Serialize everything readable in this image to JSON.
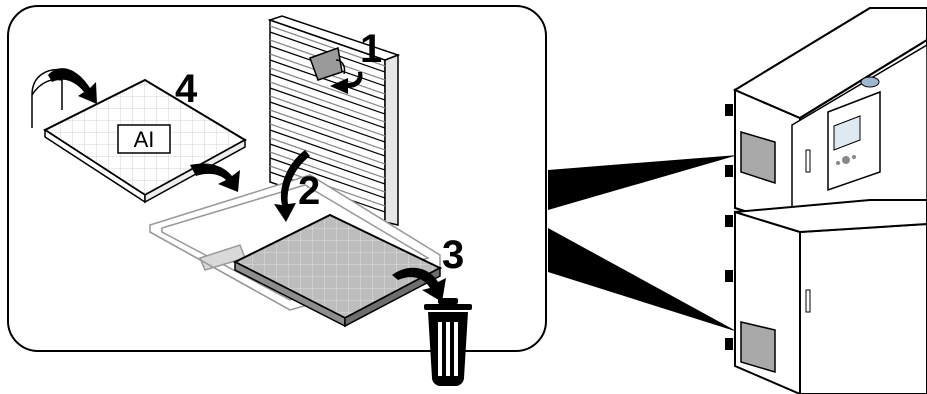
{
  "filter_label": "AI",
  "steps": [
    "1",
    "2",
    "3",
    "4"
  ],
  "colors": {
    "line": "#000000",
    "old_filter": "#bdbdbd",
    "door_filter": "#a9a9a9",
    "tray": "#d9d9d9",
    "display": "#dfe9f2"
  },
  "icons": [
    "curved-arrow-icon",
    "trash-can-icon",
    "logo-icon"
  ]
}
